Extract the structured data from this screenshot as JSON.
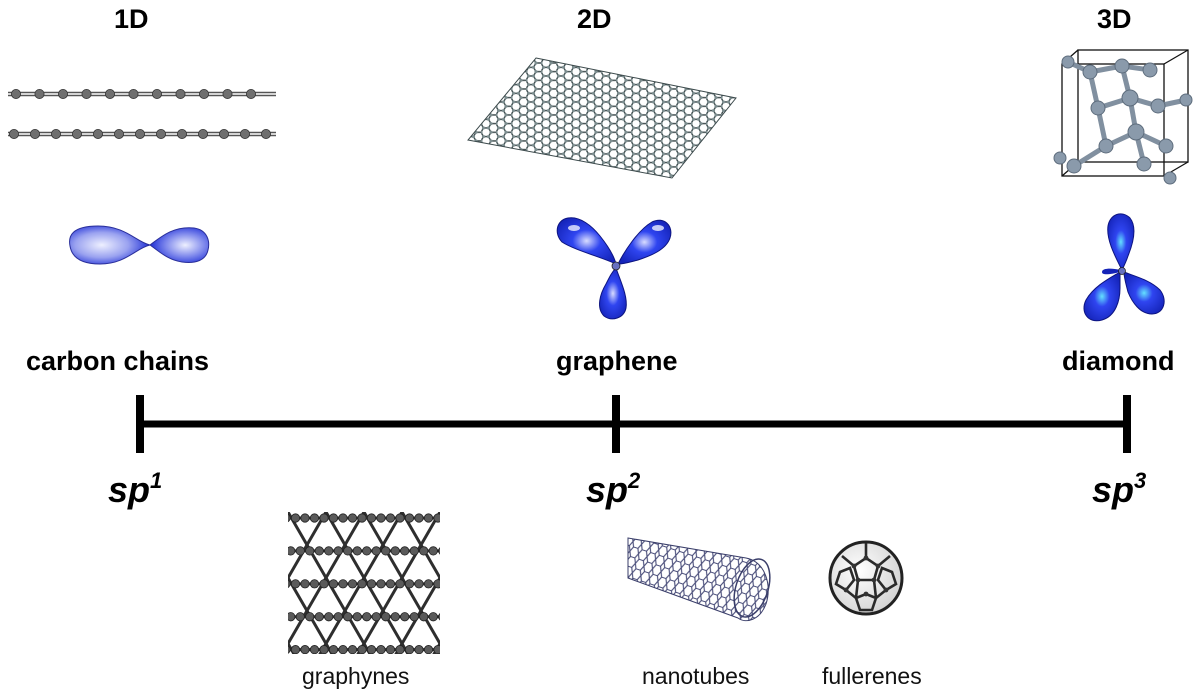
{
  "dimensions": {
    "d1": "1D",
    "d2": "2D",
    "d3": "3D"
  },
  "materials": {
    "chains": "carbon chains",
    "graphene": "graphene",
    "diamond": "diamond"
  },
  "hybridization": {
    "sp1": {
      "base": "sp",
      "sup": "1"
    },
    "sp2": {
      "base": "sp",
      "sup": "2"
    },
    "sp3": {
      "base": "sp",
      "sup": "3"
    }
  },
  "others": {
    "graphynes": "graphynes",
    "nanotubes": "nanotubes",
    "fullerenes": "fullerenes"
  },
  "colors": {
    "axis": "#000000",
    "orbital": "#1f2fd6",
    "orbital_highlight": "#dfe4ff",
    "atom": "#555555",
    "atom_light": "#9aa5b0"
  }
}
